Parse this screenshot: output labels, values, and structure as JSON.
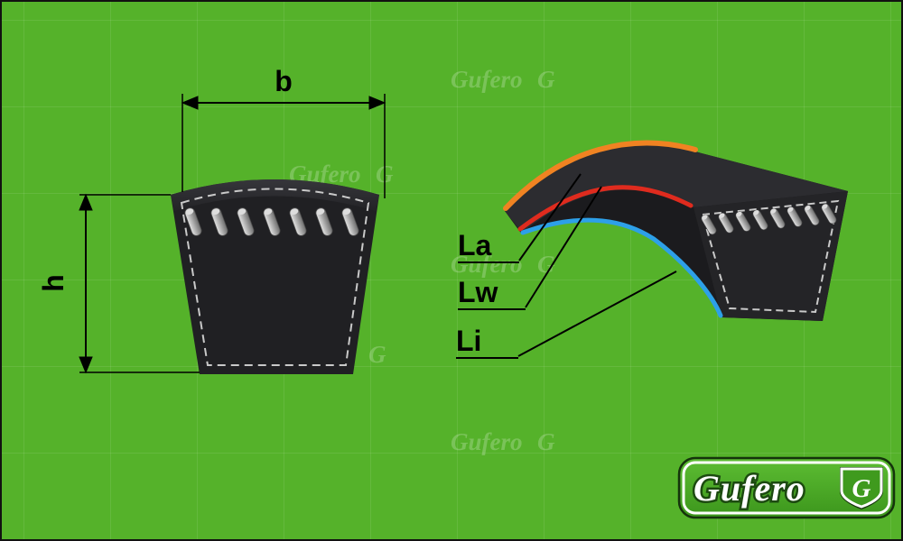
{
  "colors": {
    "background": "#55b22a",
    "belt_body": "#1e1e21",
    "logo_green": "#3f9a1e",
    "dash_gray": "#c9c9c9"
  },
  "left_view": {
    "width_label": "b",
    "height_label": "h"
  },
  "right_view": {
    "labels": [
      {
        "text": "La",
        "color": "#f08322"
      },
      {
        "text": "Lw",
        "color": "#df2b1e"
      },
      {
        "text": "Li",
        "color": "#2da0e8"
      }
    ]
  },
  "logo": {
    "brand": "Gufero",
    "monogram": "G"
  },
  "watermark": {
    "brand": "Gufero",
    "monogram": "G"
  }
}
